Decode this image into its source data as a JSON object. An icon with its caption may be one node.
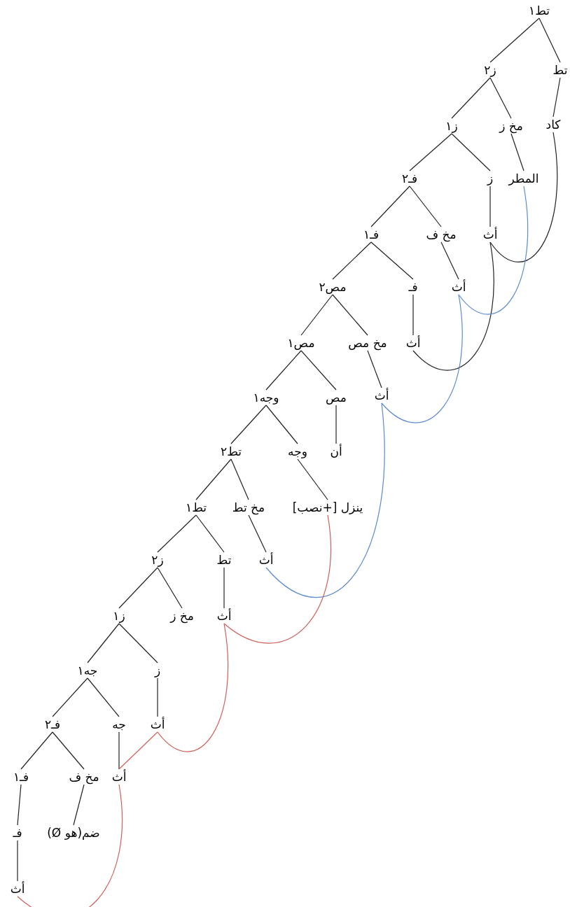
{
  "diagram": {
    "nodes": [
      {
        "text": [
          "تط١"
        ]
      },
      {
        "text": [
          "ز٢"
        ]
      },
      {
        "text": [
          "تط"
        ]
      },
      {
        "text": [
          "كاد"
        ]
      },
      {
        "text": [
          "ز١"
        ]
      },
      {
        "text": [
          "مخ ز"
        ]
      },
      {
        "text": [
          "فـ٢"
        ]
      },
      {
        "text": [
          "ز"
        ]
      },
      {
        "text": [
          "المطر"
        ]
      },
      {
        "text": [
          "فـ١"
        ]
      },
      {
        "text": [
          "مخ ف"
        ]
      },
      {
        "text": [
          "أث"
        ]
      },
      {
        "text": [
          "مص٢"
        ]
      },
      {
        "text": [
          "فـ"
        ]
      },
      {
        "text": [
          "أث"
        ]
      },
      {
        "text": [
          "مص١"
        ]
      },
      {
        "text": [
          "مخ مص"
        ]
      },
      {
        "text": [
          "أث"
        ]
      },
      {
        "text": [
          "وجه١"
        ]
      },
      {
        "text": [
          "مص"
        ]
      },
      {
        "text": [
          "أث"
        ]
      },
      {
        "text": [
          "تط٢"
        ]
      },
      {
        "text": [
          "وجه"
        ]
      },
      {
        "text": [
          "أن"
        ]
      },
      {
        "text": [
          "تط١"
        ]
      },
      {
        "text": [
          "مخ تط"
        ]
      },
      {
        "text": [
          "ينزل [+نصب]"
        ]
      },
      {
        "text": [
          "ز٢"
        ]
      },
      {
        "text": [
          "تط"
        ]
      },
      {
        "text": [
          "أث"
        ]
      },
      {
        "text": [
          "ز١"
        ]
      },
      {
        "text": [
          "مخ ز"
        ]
      },
      {
        "text": [
          "أث"
        ]
      },
      {
        "text": [
          "جه١"
        ]
      },
      {
        "text": [
          "ز"
        ]
      },
      {
        "text": [
          "أث"
        ]
      },
      {
        "text": [
          "فـ٢"
        ]
      },
      {
        "text": [
          "جه"
        ]
      },
      {
        "text": [
          "أث"
        ]
      },
      {
        "text": [
          "فـ١"
        ]
      },
      {
        "text": [
          "مخ ف"
        ]
      },
      {
        "text": [
          "فـ"
        ]
      },
      {
        "text": [
          "ضم(هو Ø)"
        ]
      },
      {
        "text": [
          "أث"
        ]
      }
    ],
    "edges": [
      {
        "from": 0,
        "to": 1,
        "arrow": "none"
      },
      {
        "from": 0,
        "to": 2,
        "arrow": "none"
      },
      {
        "from": 2,
        "to": 3,
        "arrow": "none"
      },
      {
        "from": 1,
        "to": 4,
        "arrow": "none"
      },
      {
        "from": 1,
        "to": 5,
        "arrow": "none"
      },
      {
        "from": 5,
        "to": 8,
        "arrow": "none"
      },
      {
        "from": 4,
        "to": 6,
        "arrow": "none"
      },
      {
        "from": 4,
        "to": 7,
        "arrow": "none"
      },
      {
        "from": 7,
        "to": 11,
        "arrow": "none"
      },
      {
        "from": 6,
        "to": 9,
        "arrow": "none"
      },
      {
        "from": 6,
        "to": 10,
        "arrow": "none"
      },
      {
        "from": 10,
        "to": 14,
        "arrow": "none"
      },
      {
        "from": 9,
        "to": 12,
        "arrow": "none"
      },
      {
        "from": 9,
        "to": 13,
        "arrow": "none"
      },
      {
        "from": 13,
        "to": 17,
        "arrow": "none"
      },
      {
        "from": 12,
        "to": 15,
        "arrow": "none"
      },
      {
        "from": 12,
        "to": 16,
        "arrow": "none"
      },
      {
        "from": 16,
        "to": 20,
        "arrow": "none"
      },
      {
        "from": 15,
        "to": 18,
        "arrow": "none"
      },
      {
        "from": 15,
        "to": 19,
        "arrow": "none"
      },
      {
        "from": 19,
        "to": 23,
        "arrow": "none"
      },
      {
        "from": 18,
        "to": 21,
        "arrow": "none"
      },
      {
        "from": 18,
        "to": 22,
        "arrow": "none"
      },
      {
        "from": 22,
        "to": 26,
        "arrow": "none"
      },
      {
        "from": 21,
        "to": 24,
        "arrow": "none"
      },
      {
        "from": 21,
        "to": 25,
        "arrow": "none"
      },
      {
        "from": 25,
        "to": 29,
        "arrow": "none"
      },
      {
        "from": 24,
        "to": 27,
        "arrow": "none"
      },
      {
        "from": 24,
        "to": 28,
        "arrow": "none"
      },
      {
        "from": 28,
        "to": 32,
        "arrow": "none"
      },
      {
        "from": 27,
        "to": 30,
        "arrow": "none"
      },
      {
        "from": 27,
        "to": 31,
        "arrow": "none"
      },
      {
        "from": 30,
        "to": 33,
        "arrow": "none"
      },
      {
        "from": 30,
        "to": 34,
        "arrow": "none"
      },
      {
        "from": 34,
        "to": 35,
        "arrow": "none"
      },
      {
        "from": 33,
        "to": 36,
        "arrow": "none"
      },
      {
        "from": 33,
        "to": 37,
        "arrow": "none"
      },
      {
        "from": 37,
        "to": 38,
        "arrow": "none"
      },
      {
        "from": 36,
        "to": 39,
        "arrow": "none"
      },
      {
        "from": 36,
        "to": 40,
        "arrow": "none"
      },
      {
        "from": 39,
        "to": 41,
        "arrow": "none"
      },
      {
        "from": 41,
        "to": 43,
        "arrow": "none"
      },
      {
        "from": 40,
        "to": 42,
        "arrow": "none"
      },
      {
        "from": 3,
        "to": 11,
        "arrow": "none"
      },
      {
        "from": 11,
        "to": 17,
        "arrow": "none"
      },
      {
        "from": 8,
        "to": 14,
        "arrow": "none",
        "color": "#5b8bd0"
      },
      {
        "from": 14,
        "to": 20,
        "arrow": "none",
        "color": "#5b8bd0"
      },
      {
        "from": 20,
        "to": 29,
        "arrow": "none",
        "color": "#5b8bd0"
      },
      {
        "from": 26,
        "to": 32,
        "arrow": "none",
        "color": "#d0605a"
      },
      {
        "from": 32,
        "to": 35,
        "arrow": "none",
        "color": "#d0605a"
      },
      {
        "from": 35,
        "to": 38,
        "arrow": "none",
        "color": "#d0605a"
      },
      {
        "from": 38,
        "to": 43,
        "arrow": "none",
        "color": "#d0605a"
      }
    ]
  }
}
